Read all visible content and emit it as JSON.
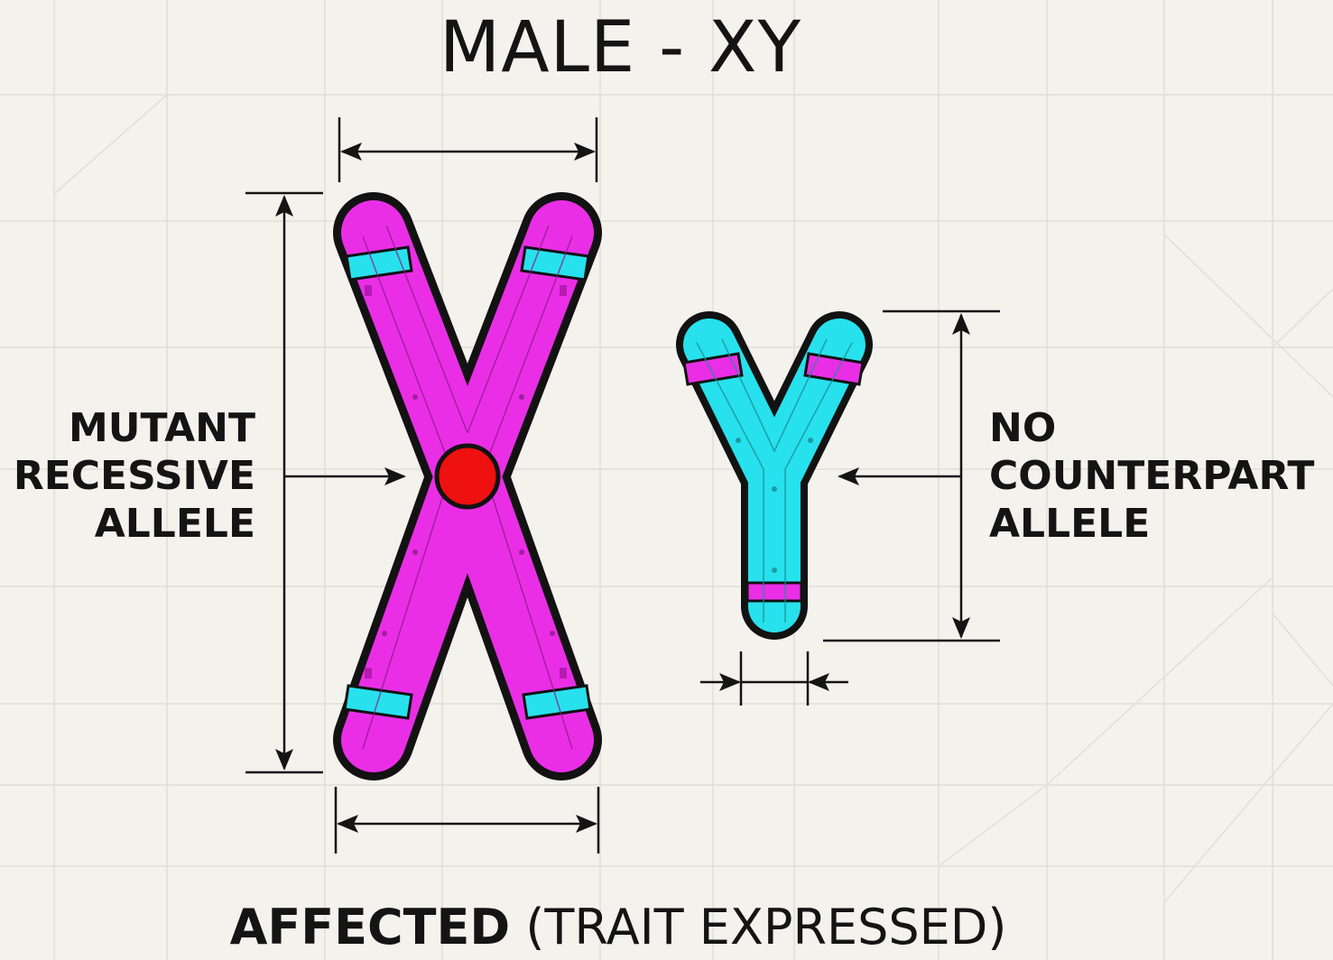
{
  "title": "MALE - XY",
  "left_label": {
    "lines": [
      "MUTANT",
      "RECESSIVE",
      "ALLELE"
    ]
  },
  "right_label": {
    "lines": [
      "NO",
      "COUNTERPART",
      "ALLELE"
    ]
  },
  "caption": {
    "bold": "AFFECTED",
    "rest": " (TRAIT EXPRESSED)"
  },
  "colors": {
    "background": "#f3f2ed",
    "grid": "#e0dfd8",
    "x_chromosome": "#ea2ee6",
    "y_chromosome": "#27e1ec",
    "outline": "#121212",
    "mutant_allele": "#ef1010",
    "dimension_lines": "#141414"
  }
}
